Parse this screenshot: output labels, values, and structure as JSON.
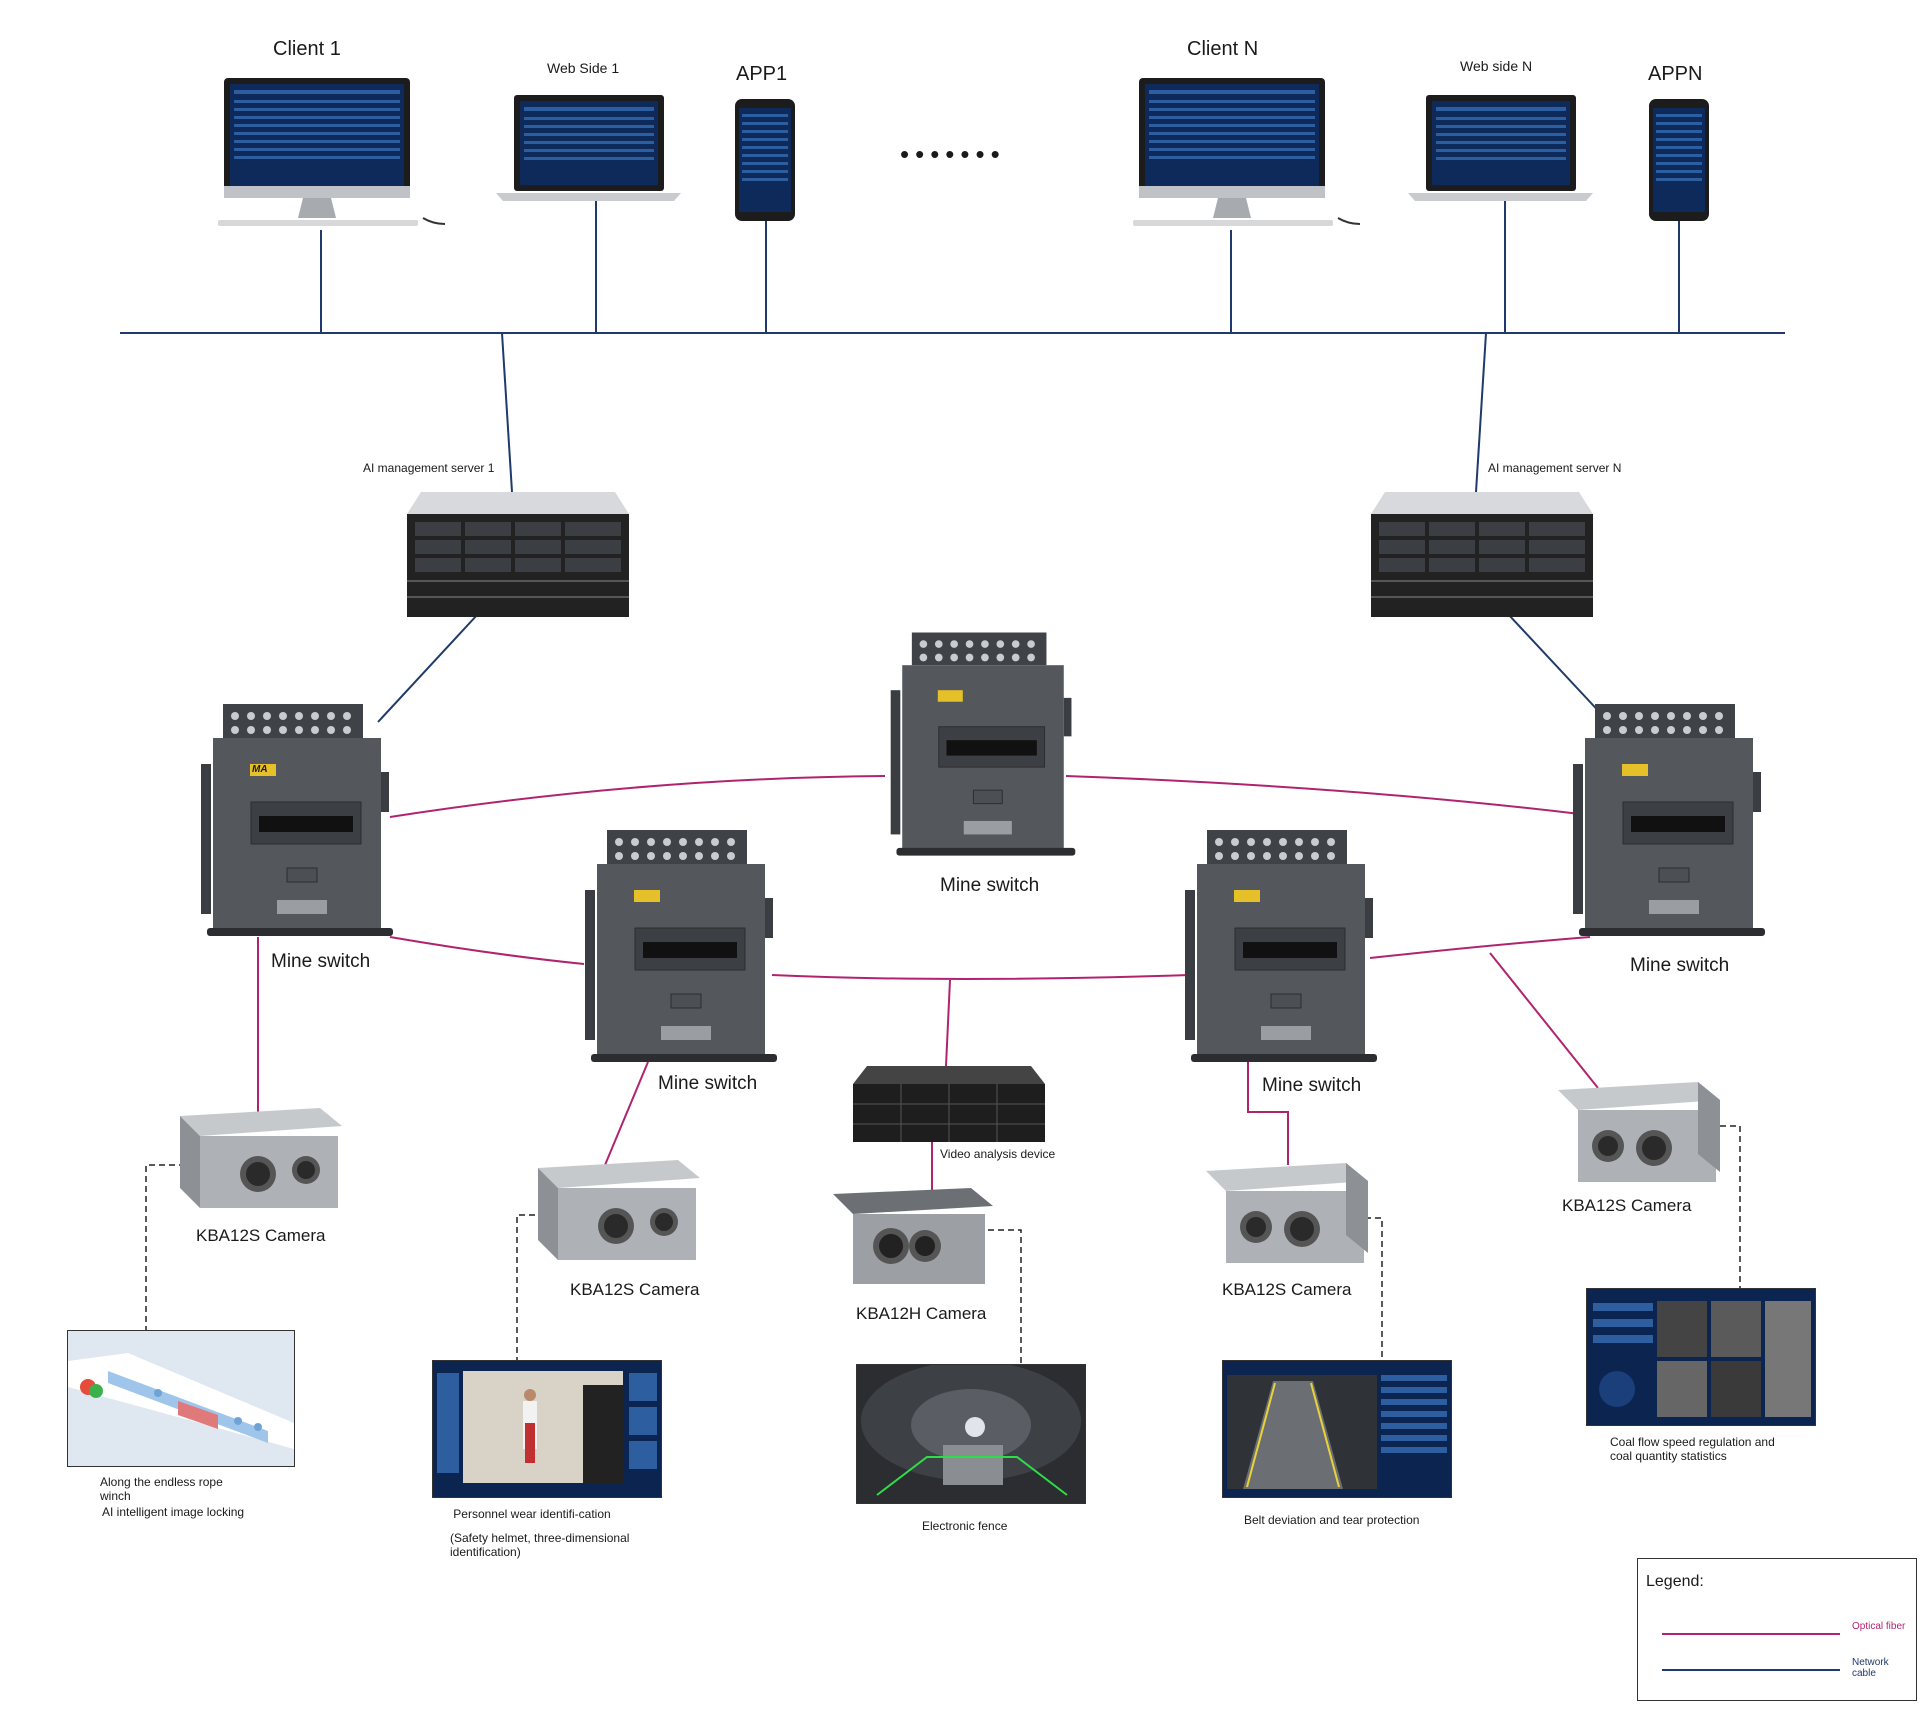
{
  "colors": {
    "network_cable": "#1f3a6b",
    "optical_fiber": "#b0246f",
    "switch_body": "#54585d",
    "screen_bg": "#0e2a5a"
  },
  "clients": {
    "client1": "Client 1",
    "web1": "Web Side 1",
    "app1": "APP1",
    "ellipsis": "•••••••",
    "clientN": "Client N",
    "webN": "Web side N",
    "appN": "APPN"
  },
  "servers": {
    "server1": "AI management server 1",
    "serverN": "AI management server N"
  },
  "switches": {
    "label": "Mine switch",
    "badge": "MA"
  },
  "cameras": {
    "kba12s": "KBA12S Camera",
    "kba12h": "KBA12H Camera",
    "video_analysis": "Video analysis device"
  },
  "captions": {
    "rope_winch_1": "Along the endless rope winch",
    "rope_winch_2": "AI intelligent image locking",
    "personnel_1": "Personnel wear identifi-cation",
    "personnel_2": "(Safety helmet, three-dimensional identification)",
    "fence": "Electronic fence",
    "belt": "Belt deviation and tear protection",
    "coal_flow": "Coal flow speed regulation and coal quantity statistics"
  },
  "legend": {
    "title": "Legend:",
    "optical_fiber": "Optical fiber",
    "network_cable": "Network cable"
  }
}
